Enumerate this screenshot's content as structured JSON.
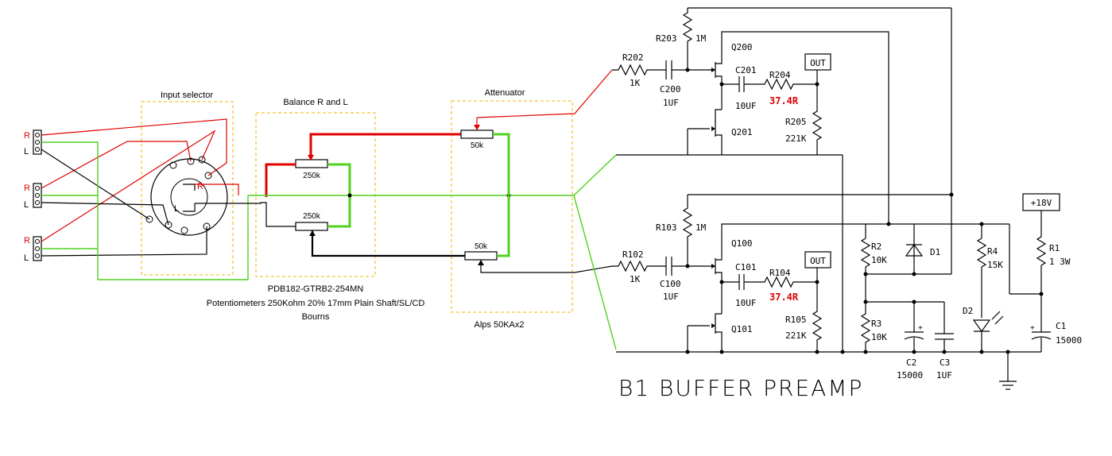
{
  "title": "B1 BUFFER PREAMP",
  "sections": {
    "input_selector": "Input selector",
    "balance": "Balance R and L",
    "attenuator": "Attenuator"
  },
  "notes": {
    "pot_part": "PDB182-GTRB2-254MN",
    "pot_desc": "Potentiometers 250Kohm 20% 17mm Plain Shaft/SL/CD",
    "pot_brand": "Bourns",
    "alps": "Alps 50KAx2"
  },
  "connector_labels": {
    "r": "R",
    "l": "L"
  },
  "selector_labels": {
    "r": "R",
    "l": "L"
  },
  "pots": {
    "balance_top": "250k",
    "balance_bottom": "250k",
    "att_top": "50k",
    "att_bottom": "50k"
  },
  "components": {
    "r203": "R203",
    "r203_val": "1M",
    "r202": "R202",
    "r202_val": "1K",
    "c200": "C200",
    "c200_val": "1UF",
    "q200": "Q200",
    "q201": "Q201",
    "c201": "C201",
    "c201_val": "10UF",
    "r204": "R204",
    "r204_val": "37.4R",
    "r205": "R205",
    "r205_val": "221K",
    "out_top": "OUT",
    "r103": "R103",
    "r103_val": "1M",
    "r102": "R102",
    "r102_val": "1K",
    "c100": "C100",
    "c100_val": "1UF",
    "q100": "Q100",
    "q101": "Q101",
    "c101": "C101",
    "c101_val": "10UF",
    "r104": "R104",
    "r104_val": "37.4R",
    "r105": "R105",
    "r105_val": "221K",
    "out_bottom": "OUT",
    "r2": "R2",
    "r2_val": "10K",
    "r3": "R3",
    "r3_val": "10K",
    "d1": "D1",
    "r4": "R4",
    "r4_val": "15K",
    "d2": "D2",
    "r1": "R1",
    "r1_val": "1 3W",
    "c1": "C1",
    "c1_val": "15000",
    "c2": "C2",
    "c2_val": "15000",
    "c3": "C3",
    "c3_val": "1UF",
    "vcc": "+18V"
  },
  "colors": {
    "left_channel": "#e00000",
    "right_channel": "#4fd11f",
    "section_box": "#f0b400"
  }
}
